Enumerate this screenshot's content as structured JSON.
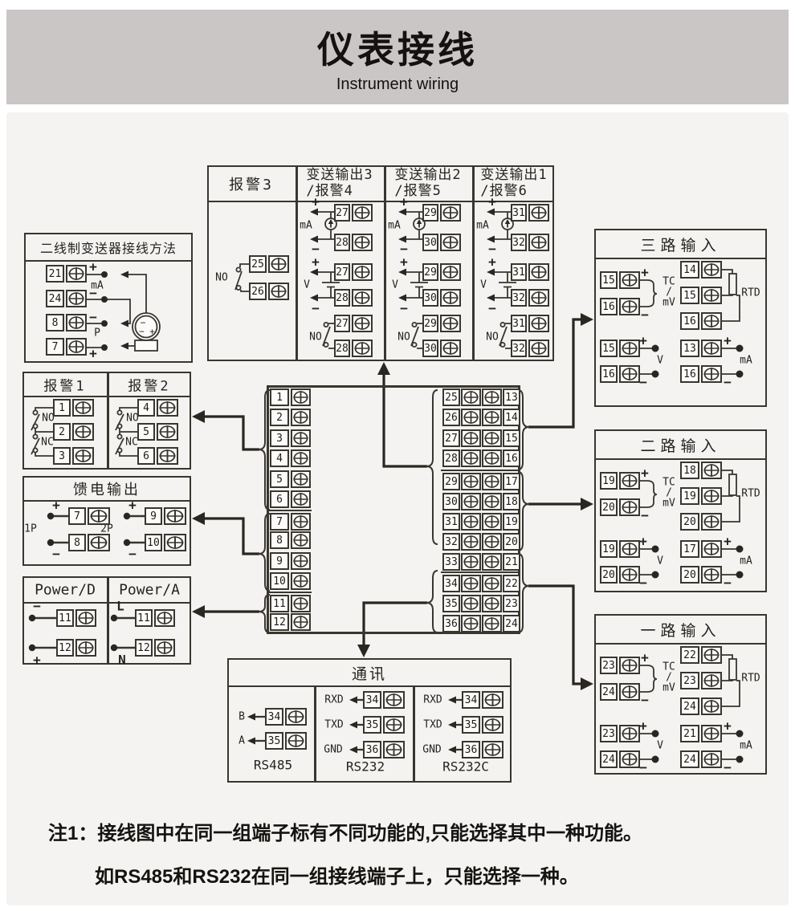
{
  "colors": {
    "header_bg": "#c9c6c5",
    "canvas_bg": "#f4f3f1",
    "line": "#39362f"
  },
  "header": {
    "title": "仪表接线",
    "subtitle": "Instrument wiring"
  },
  "labels": {
    "plus": "+",
    "minus": "−",
    "ma": "mA",
    "v": "V",
    "no": "NO",
    "nc": "NC",
    "tc": "TC",
    "slash": "/",
    "mv": "mV",
    "rtd": "RTD",
    "p": "P",
    "l": "L",
    "n": "N"
  },
  "top_box": {
    "alarm3": {
      "title": "报警3",
      "t1": "25",
      "t2": "26"
    },
    "outputs": [
      {
        "title1": "变送输出3",
        "title2": "/报警4",
        "t1": "27",
        "t2": "28"
      },
      {
        "title1": "变送输出2",
        "title2": "/报警5",
        "t1": "29",
        "t2": "30"
      },
      {
        "title1": "变送输出1",
        "title2": "/报警6",
        "t1": "31",
        "t2": "32"
      }
    ]
  },
  "two_wire": {
    "title": "二线制变送器接线方法",
    "t1": "21",
    "t2": "24",
    "t3": "8",
    "t4": "7",
    "tx_top": "−",
    "tx_bottom": "− +"
  },
  "alarms12": [
    {
      "title": "报警1",
      "t1": "1",
      "t2": "2",
      "t3": "3"
    },
    {
      "title": "报警2",
      "t1": "4",
      "t2": "5",
      "t3": "6"
    }
  ],
  "feed": {
    "title": "馈电输出",
    "groups": [
      {
        "name": "1P",
        "t1": "7",
        "t2": "8"
      },
      {
        "name": "2P",
        "t1": "9",
        "t2": "10"
      }
    ]
  },
  "power": {
    "d_title": "Power/D",
    "a_title": "Power/A",
    "d_t1": "11",
    "d_t2": "12",
    "a_t1": "11",
    "a_t2": "12"
  },
  "strip": {
    "left": [
      "1",
      "2",
      "3",
      "4",
      "5",
      "6",
      "7",
      "8",
      "9",
      "10",
      "11",
      "12"
    ],
    "mid": [
      "25",
      "26",
      "27",
      "28",
      "29",
      "30",
      "31",
      "32",
      "33",
      "34",
      "35",
      "36"
    ],
    "right": [
      "13",
      "14",
      "15",
      "16",
      "17",
      "18",
      "19",
      "20",
      "21",
      "22",
      "23",
      "24"
    ]
  },
  "inputs": [
    {
      "title": "三路输入",
      "tc1": "15",
      "tc2": "16",
      "r1": "14",
      "r2": "15",
      "r3": "16",
      "v1": "15",
      "v2": "16",
      "m1": "13",
      "m2": "16"
    },
    {
      "title": "二路输入",
      "tc1": "19",
      "tc2": "20",
      "r1": "18",
      "r2": "19",
      "r3": "20",
      "v1": "19",
      "v2": "20",
      "m1": "17",
      "m2": "20"
    },
    {
      "title": "一路输入",
      "tc1": "23",
      "tc2": "24",
      "r1": "22",
      "r2": "23",
      "r3": "24",
      "v1": "23",
      "v2": "24",
      "m1": "21",
      "m2": "24"
    }
  ],
  "comm": {
    "title": "通讯",
    "groups": [
      {
        "caption": "RS485",
        "rows": [
          {
            "label": "B",
            "t": "34"
          },
          {
            "label": "A",
            "t": "35"
          }
        ]
      },
      {
        "caption": "RS232",
        "rows": [
          {
            "label": "RXD",
            "t": "34"
          },
          {
            "label": "TXD",
            "t": "35"
          },
          {
            "label": "GND",
            "t": "36"
          }
        ]
      },
      {
        "caption": "RS232C",
        "rows": [
          {
            "label": "RXD",
            "t": "34"
          },
          {
            "label": "TXD",
            "t": "35"
          },
          {
            "label": "GND",
            "t": "36"
          }
        ]
      }
    ]
  },
  "notes": {
    "line1": "注1：接线图中在同一组端子标有不同功能的,只能选择其中一种功能。",
    "line2": "如RS485和RS232在同一组接线端子上，只能选择一种。"
  }
}
